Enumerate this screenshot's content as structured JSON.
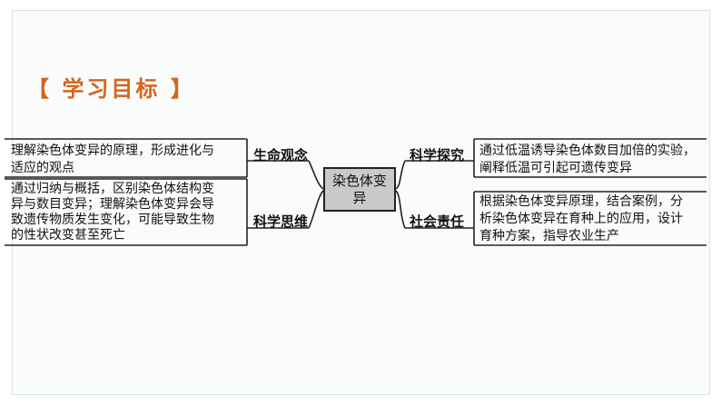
{
  "heading": "【 学习目标 】",
  "center": "染色体变异",
  "left": [
    {
      "label": "生命观念",
      "text": [
        "理解染色体变异的原理，形成进化与",
        "适应的观点"
      ]
    },
    {
      "label": "科学思维",
      "text": [
        "通过归纳与概括，区别染色体结构变",
        "异与数目变异；理解染色体变异会导",
        "致遗传物质发生变化，可能导致生物",
        "的性状改变甚至死亡"
      ]
    }
  ],
  "right": [
    {
      "label": "科学探究",
      "text": [
        "通过低温诱导染色体数目加倍的实验，",
        "阐释低温可引起可遗传变异"
      ]
    },
    {
      "label": "社会责任",
      "text": [
        "根据染色体变异原理，结合案例，分",
        "析染色体变异在育种上的应用，设计",
        "育种方案，指导农业生产"
      ]
    }
  ],
  "colors": {
    "heading": "#d4651c",
    "center_fill": "#c9c9c9",
    "frame_border": "#d7e6dc"
  }
}
